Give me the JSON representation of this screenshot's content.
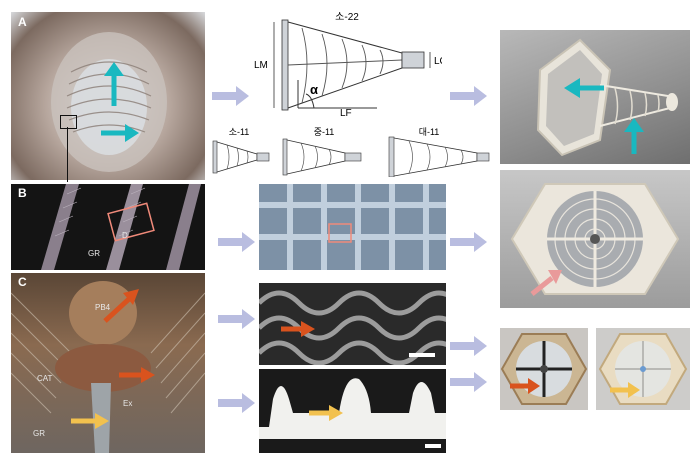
{
  "panels": {
    "a": {
      "label": "A",
      "diagram": {
        "title": "소-22",
        "lm": "LM",
        "lc": "LC",
        "lf": "LF",
        "alpha": "α"
      },
      "variants": [
        "소-11",
        "중-11",
        "대-11"
      ]
    },
    "b": {
      "label": "B",
      "tags": {
        "d": "D",
        "gr": "GR"
      }
    },
    "c": {
      "label": "C",
      "tags": {
        "pb": "PB4",
        "cat": "CAT",
        "ex": "Ex",
        "gr": "GR"
      }
    }
  },
  "colors": {
    "cyan_arrow": "#19b8c0",
    "orange_arrow": "#d9531e",
    "yellow_arrow": "#f2c14e",
    "pink_arrow": "#e99a9a",
    "flow_arrow": "#b9bde0",
    "highlight_box": "#f08a7a"
  }
}
